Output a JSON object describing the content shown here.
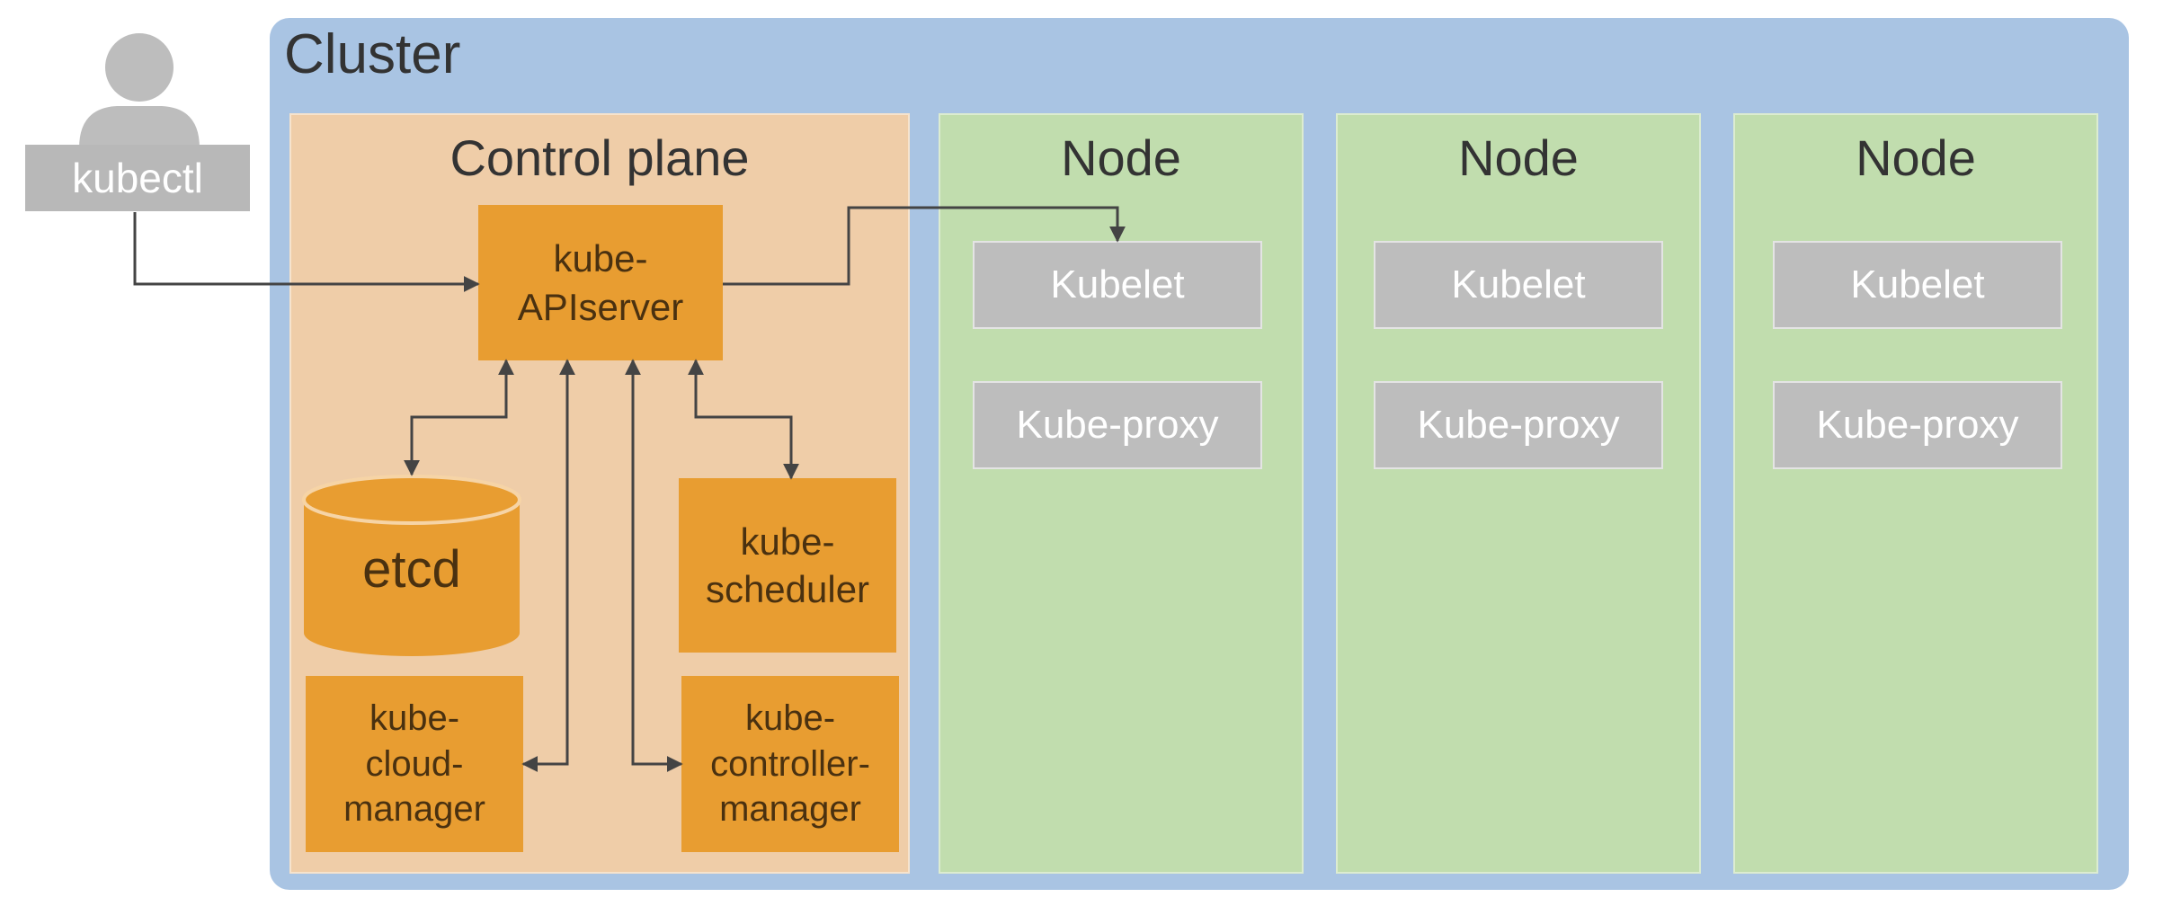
{
  "cluster": {
    "title": "Cluster"
  },
  "kubectl": {
    "label": "kubectl",
    "icon": "user-icon"
  },
  "control_plane": {
    "title": "Control plane",
    "apiserver": "kube-\nAPIserver",
    "etcd": "etcd",
    "scheduler": "kube-\nscheduler",
    "cloud_manager": "kube-\ncloud-\nmanager",
    "controller_manager": "kube-\ncontroller-\nmanager"
  },
  "nodes": [
    {
      "title": "Node",
      "kubelet": "Kubelet",
      "proxy": "Kube-proxy"
    },
    {
      "title": "Node",
      "kubelet": "Kubelet",
      "proxy": "Kube-proxy"
    },
    {
      "title": "Node",
      "kubelet": "Kubelet",
      "proxy": "Kube-proxy"
    }
  ],
  "colors": {
    "cluster_bg": "#a9c4e3",
    "control_plane_bg": "#efcda8",
    "component": "#e89d31",
    "node_bg": "#c1ddae",
    "node_component": "#bdbdbd",
    "arrow": "#444444"
  }
}
